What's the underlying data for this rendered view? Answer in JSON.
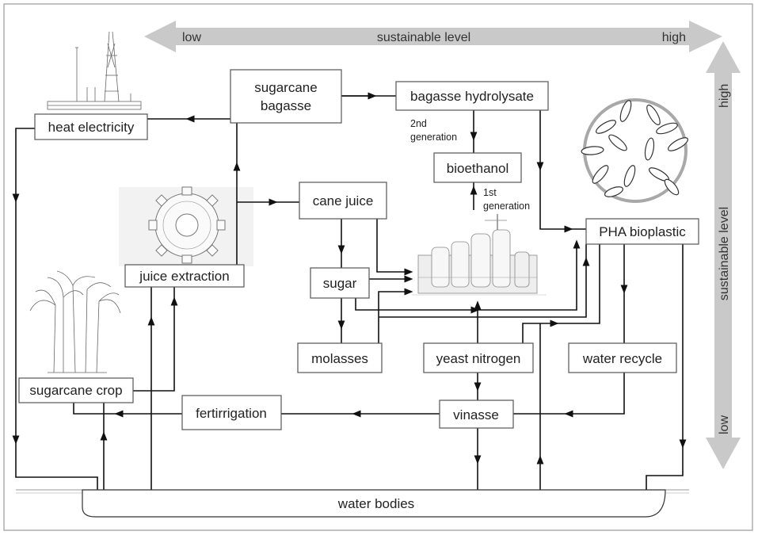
{
  "scale": {
    "horizontal": {
      "low": "low",
      "title": "sustainable level",
      "high": "high"
    },
    "vertical": {
      "high": "high",
      "title": "sustainable level",
      "low": "low"
    }
  },
  "nodes": {
    "sugarcane_bagasse": [
      "sugarcane",
      "bagasse"
    ],
    "bagasse_hydrolysate": "bagasse hydrolysate",
    "heat_electricity": "heat electricity",
    "bioethanol": "bioethanol",
    "cane_juice": "cane juice",
    "juice_extraction": "juice extraction",
    "pha_bioplastic": "PHA bioplastic",
    "sugar": "sugar",
    "molasses": "molasses",
    "yeast_nitrogen": "yeast nitrogen",
    "water_recycle": "water recycle",
    "sugarcane_crop": "sugarcane crop",
    "fertirrigation": "fertirrigation",
    "vinasse": "vinasse",
    "water_bodies": "water bodies"
  },
  "annotations": {
    "second_gen": [
      "2nd",
      "generation"
    ],
    "first_gen": [
      "1st",
      "generation"
    ]
  },
  "colors": {
    "arrow_band": "#c9c9c9",
    "lines": "#111111",
    "box_border": "#555555",
    "frame": "#9a9a9a"
  },
  "icons": [
    "drilling-rig-illustration",
    "gear-illustration",
    "sugarcane-plant-illustration",
    "biorefinery-plant-illustration",
    "bacteria-cells-illustration"
  ]
}
